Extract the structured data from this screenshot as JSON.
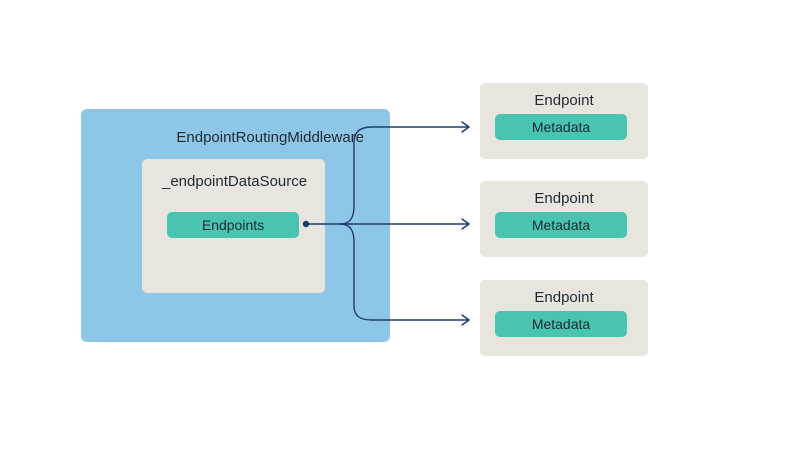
{
  "middleware": {
    "title": "EndpointRoutingMiddleware"
  },
  "data_source": {
    "title": "_endpointDataSource",
    "endpoints_label": "Endpoints"
  },
  "endpoints": [
    {
      "title": "Endpoint",
      "metadata_label": "Metadata"
    },
    {
      "title": "Endpoint",
      "metadata_label": "Metadata"
    },
    {
      "title": "Endpoint",
      "metadata_label": "Metadata"
    }
  ],
  "colors": {
    "middleware_bg": "#8ec6e8",
    "box_bg": "#e8e5df",
    "pill_bg": "#49c4b1",
    "connector": "#1f3b6b"
  }
}
